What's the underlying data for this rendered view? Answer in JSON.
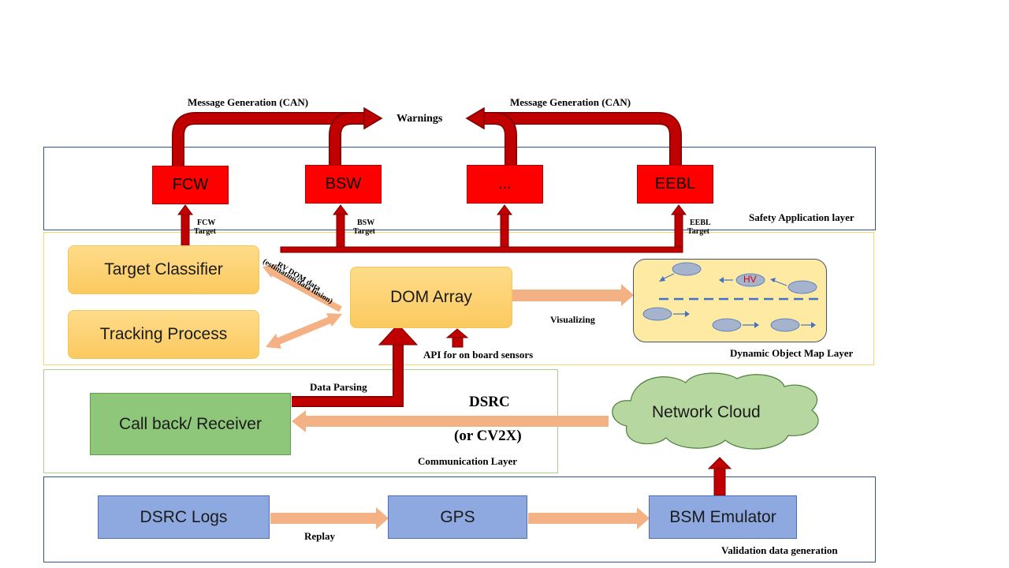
{
  "top": {
    "msg_gen_left": "Message Generation (CAN)",
    "msg_gen_right": "Message Generation (CAN)",
    "warnings": "Warnings"
  },
  "safety_layer": {
    "label": "Safety Application layer",
    "apps": [
      "FCW",
      "BSW",
      "...",
      "EEBL"
    ],
    "targets": [
      {
        "line1": "FCW",
        "line2": "Target"
      },
      {
        "line1": "BSW",
        "line2": "Target"
      },
      {
        "line1": "EEBL",
        "line2": "Target"
      }
    ]
  },
  "dom_layer": {
    "label": "Dynamic Object Map Layer",
    "target_classifier": "Target Classifier",
    "tracking_process": "Tracking Process",
    "dom_array": "DOM Array",
    "rv_dom_line1": "RV DOM data",
    "rv_dom_line2": "(estimation/data fusion)",
    "visualizing": "Visualizing",
    "api_label": "API for on board sensors",
    "hv_label": "HV"
  },
  "comm_layer": {
    "label": "Communication  Layer",
    "callback": "Call back/ Receiver",
    "data_parsing": "Data Parsing",
    "dsrc": "DSRC",
    "cv2x": "(or CV2X)",
    "network_cloud": "Network Cloud"
  },
  "validation_layer": {
    "label": "Validation  data generation",
    "dsrc_logs": "DSRC Logs",
    "gps": "GPS",
    "bsm_emulator": "BSM Emulator",
    "replay": "Replay"
  },
  "colors": {
    "dark_red": "#c00000",
    "safety_red": "#ff0000",
    "salmon": "#f4b183",
    "orange_box": "#ffd37a",
    "green_box": "#8fc77a",
    "blue_box": "#8ea9e0",
    "frame_blue": "#2f5597",
    "frame_yellow": "#f7d56b",
    "frame_green": "#a9d18e",
    "cloud_green": "#b7d7a0",
    "ellipse_gray": "#a6b3cc",
    "dash_blue": "#4472c4"
  }
}
